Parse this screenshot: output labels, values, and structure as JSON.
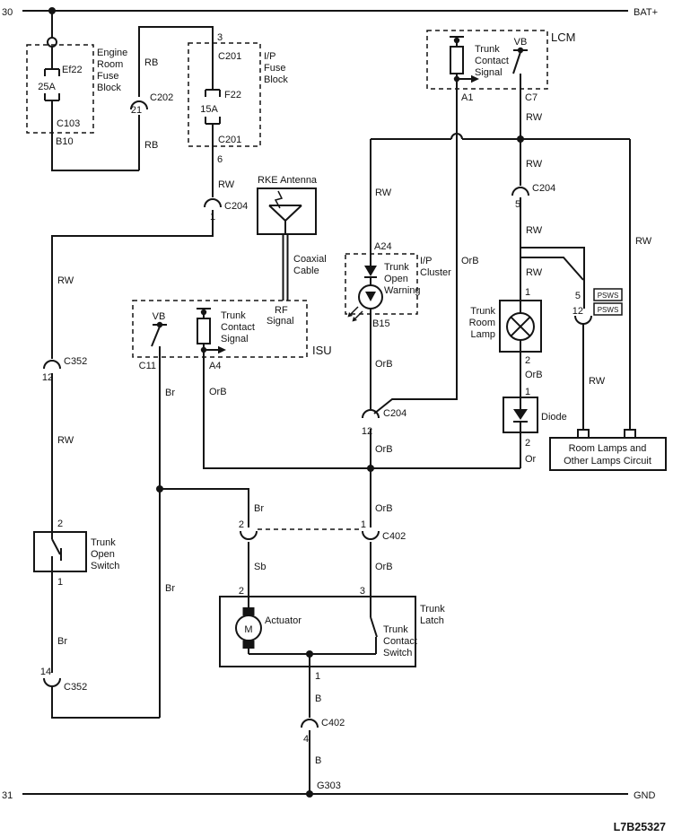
{
  "rails": {
    "top_left": "30",
    "top_right": "BAT+",
    "bottom_left": "31",
    "bottom_right": "GND",
    "ground": "G303"
  },
  "page": {
    "code": "L7B25327"
  },
  "engine_fuse_block": {
    "title": [
      "Engine",
      "Room",
      "Fuse",
      "Block"
    ],
    "fuse": "Ef22",
    "rating": "25A",
    "connector": "C103",
    "pin": "B10"
  },
  "c202": {
    "name": "C202",
    "pin": "21"
  },
  "ip_fuse_block": {
    "pin_top": "3",
    "conn_top": "C201",
    "fuse": "F22",
    "rating": "15A",
    "conn_bottom": "C201",
    "pin_bottom": "6",
    "title": [
      "I/P",
      "Fuse",
      "Block"
    ]
  },
  "c204_top": {
    "name": "C204",
    "pin": "1"
  },
  "c352_upper": {
    "name": "C352",
    "pin": "12"
  },
  "c352_lower": {
    "name": "C352",
    "pin": "14"
  },
  "c204_mid": {
    "name": "C204",
    "pin": "5"
  },
  "c204_low": {
    "name": "C204",
    "pin": "12"
  },
  "c402_top": {
    "name": "C402",
    "pin_left": "2",
    "pin_right": "1"
  },
  "c402_bottom": {
    "name": "C402",
    "pin": "4"
  },
  "trunk_open_switch": {
    "pin_top": "2",
    "title": [
      "Trunk",
      "Open",
      "Switch"
    ],
    "pin_bottom": "1"
  },
  "rke": {
    "title": "RKE Antenna",
    "cable": [
      "Coaxial",
      "Cable"
    ]
  },
  "isu": {
    "name": "ISU",
    "vb": "VB",
    "pin_vb": "C11",
    "signal": [
      "Trunk",
      "Contact",
      "Signal"
    ],
    "pin_signal": "A4",
    "rf": [
      "RF",
      "Signal"
    ]
  },
  "lcm": {
    "name": "LCM",
    "signal": [
      "Trunk",
      "Contact",
      "Signal"
    ],
    "vb": "VB",
    "pin_signal": "A1",
    "pin_vb": "C7"
  },
  "cluster": {
    "pin_top": "A24",
    "title": [
      "I/P",
      "Cluster"
    ],
    "warning": [
      "Trunk",
      "Open",
      "Warning"
    ],
    "pin_bottom": "B15"
  },
  "trunk_room_lamp": {
    "pin_top": "1",
    "title": [
      "Trunk",
      "Room",
      "Lamp"
    ],
    "pin_bottom": "2"
  },
  "diode": {
    "pin_top": "1",
    "name": "Diode",
    "pin_bottom": "2"
  },
  "psws": {
    "pin_top": "5",
    "pin_bottom": "12",
    "tags": [
      "PSWS",
      "PSWS"
    ]
  },
  "room_lamps": {
    "title": [
      "Room Lamps and",
      "Other Lamps Circuit"
    ]
  },
  "trunk_latch": {
    "pin_left": "2",
    "pin_right": "3",
    "pin_bottom": "1",
    "title": [
      "Trunk",
      "Latch"
    ],
    "actuator": "Actuator",
    "motor": "M",
    "switch": [
      "Trunk",
      "Contact",
      "Switch"
    ]
  },
  "wires": {
    "rb_upper": "RB",
    "rb_lower": "RB",
    "rw_ip": "RW",
    "rw_left_upper": "RW",
    "rw_left_lower": "RW",
    "br_left": "Br",
    "br_c11": "Br",
    "br_mid": "Br",
    "br_actuator": "Br",
    "sb": "Sb",
    "orb_a4": "OrB",
    "orb_a1": "OrB",
    "orb_b15": "OrB",
    "orb_c204": "OrB",
    "orb_latch": "OrB",
    "orb_below": "OrB",
    "orb_lamp": "OrB",
    "or_diode": "Or",
    "rw_c7": "RW",
    "rw_a24": "RW",
    "rw_c204_upper": "RW",
    "rw_c204_lower": "RW",
    "rw_lamp": "RW",
    "rw_psws": "RW",
    "rw_right": "RW",
    "b_upper": "B",
    "b_lower": "B"
  }
}
